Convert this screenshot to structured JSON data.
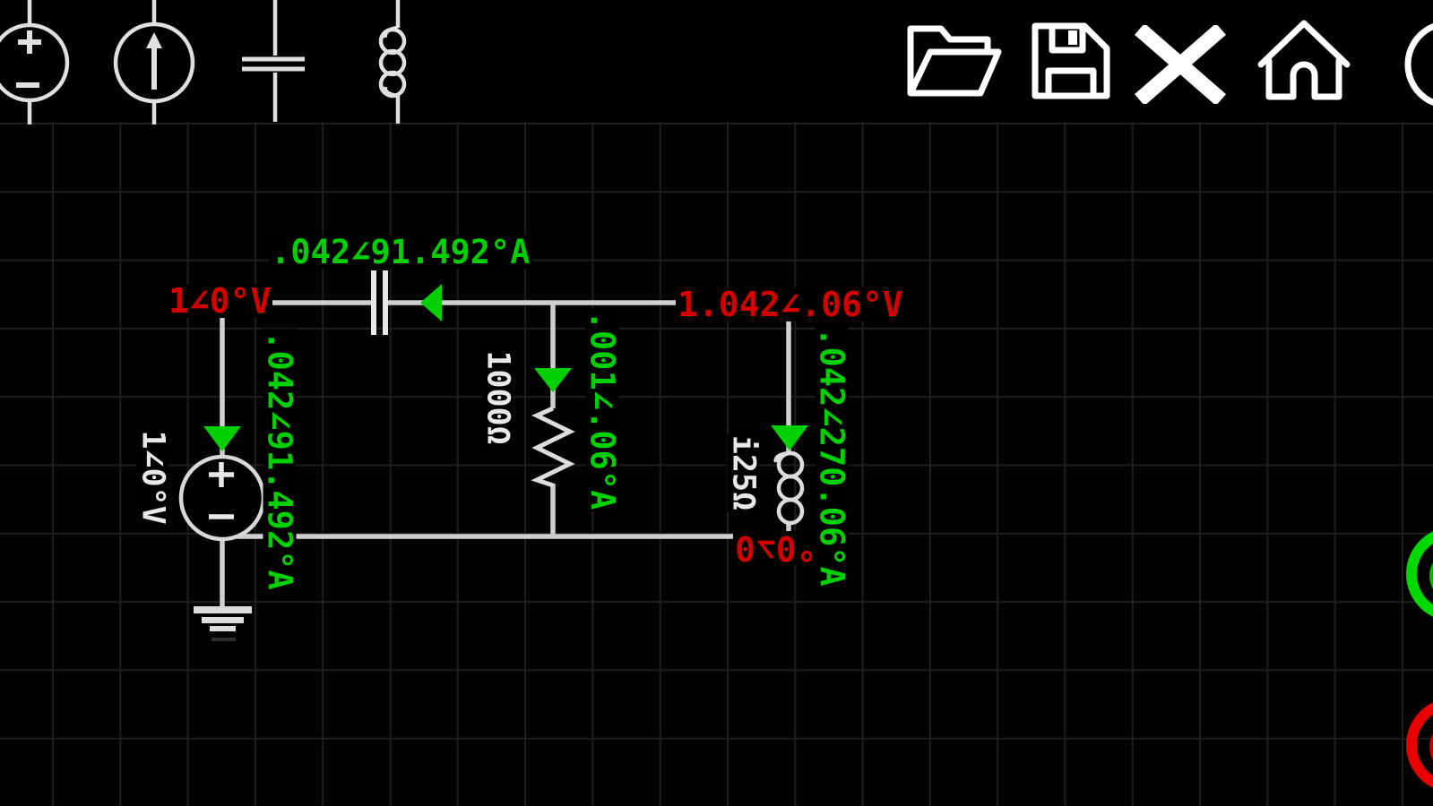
{
  "app": {
    "name": "circuit-simulator-canvas"
  },
  "toolbar": {
    "left_components": [
      {
        "label": "voltage-source"
      },
      {
        "label": "current-source"
      },
      {
        "label": "capacitor"
      },
      {
        "label": "inductor"
      }
    ],
    "right_actions": [
      {
        "label": "open-file"
      },
      {
        "label": "save-file"
      },
      {
        "label": "close"
      },
      {
        "label": "home"
      },
      {
        "label": "more"
      }
    ]
  },
  "circuit": {
    "node_voltages": [
      {
        "text": "1∠0°V",
        "node": "top-left"
      },
      {
        "text": "1.042∠.06°V",
        "node": "top-right"
      },
      {
        "text": "0∠0°V",
        "node": "bottom"
      }
    ],
    "branch_currents": [
      {
        "text": ".042∠91.492°A",
        "branch": "capacitor",
        "orientation": "horizontal"
      },
      {
        "text": ".042∠91.492°A",
        "branch": "source",
        "orientation": "vertical"
      },
      {
        "text": ".001∠.06°A",
        "branch": "resistor",
        "orientation": "vertical"
      },
      {
        "text": ".042∠270.06°A",
        "branch": "inductor",
        "orientation": "vertical"
      }
    ],
    "component_values": [
      {
        "text": "1∠0°V",
        "component": "voltage-source"
      },
      {
        "text": "1000Ω",
        "component": "resistor"
      },
      {
        "text": "i25Ω",
        "component": "inductor"
      }
    ]
  },
  "sim_controls": [
    {
      "name": "green-knob"
    },
    {
      "name": "red-knob"
    }
  ],
  "colors": {
    "voltage_label": "#d40000",
    "current_label": "#00cf00",
    "wire": "#cfcfcf",
    "grid_line": "#1e1e1e",
    "background": "#000000",
    "icon": "#ffffff",
    "knob_green": "#00d800",
    "knob_red": "#e80000"
  }
}
